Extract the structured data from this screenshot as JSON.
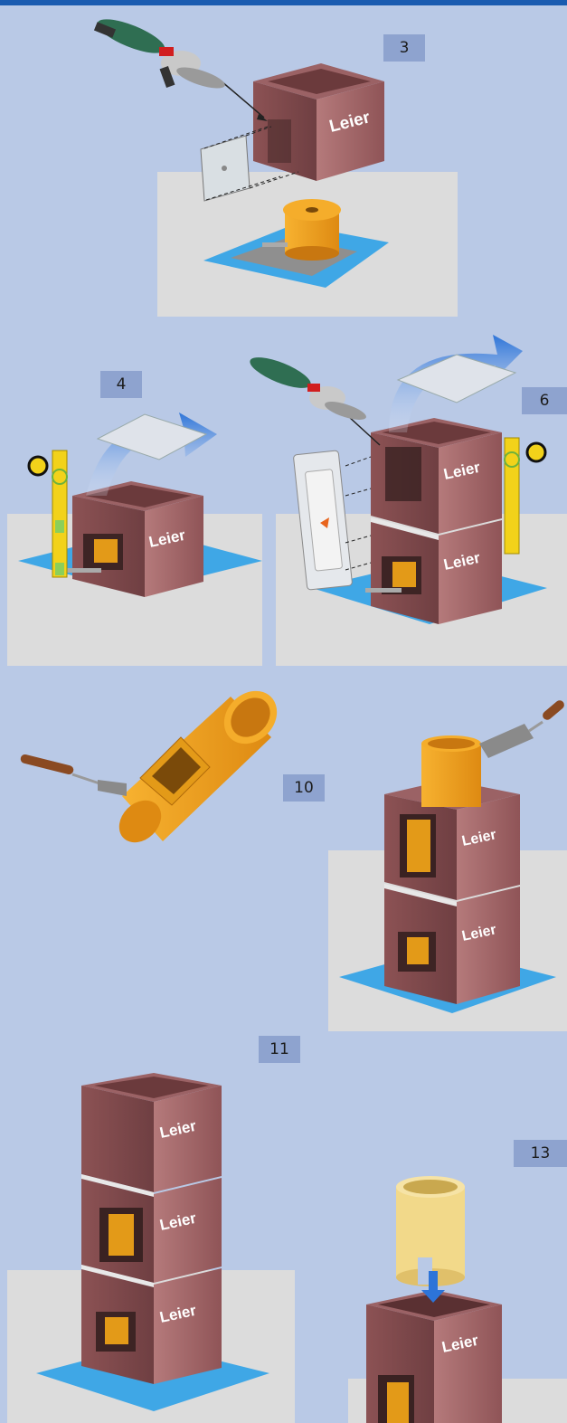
{
  "steps": {
    "s3": "3",
    "s4": "4",
    "s6": "6",
    "s10": "10",
    "s11": "11",
    "s13": "13"
  },
  "brand": "Leier",
  "colors": {
    "background": "#b9c9e6",
    "badge": "#8ea3cf",
    "topbar": "#1a5bb0",
    "block": "#a86a6c",
    "orange": "#f0a020",
    "mat": "#3fa7e6"
  },
  "icons": [
    "angle-grinder-icon",
    "spirit-level-icon",
    "trowel-icon",
    "arrow-icon"
  ]
}
